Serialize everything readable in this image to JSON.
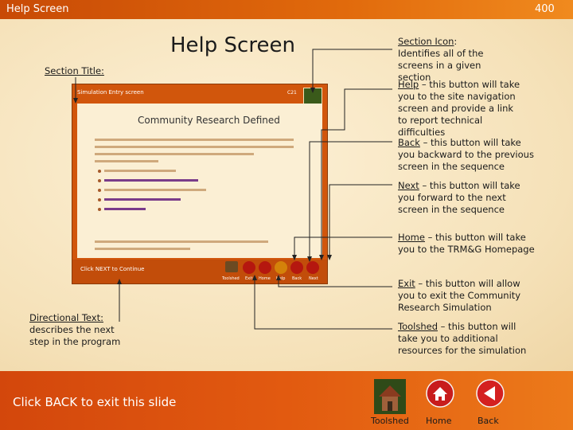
{
  "header": {
    "title": "Help Screen",
    "slide_number": "400"
  },
  "main": {
    "title": "Help Screen",
    "section_title_label": "Section Title:",
    "directional_text_key": "Directional Text:",
    "directional_text_desc": "describes the next step in the program"
  },
  "annotations": {
    "section_icon": {
      "key": "Section Icon",
      "text": ": Identifies all of the screens in a given section"
    },
    "help": {
      "key": "Help",
      "text": " – this button will take you to the site navigation screen and provide a link to report technical difficulties"
    },
    "back": {
      "key": "Back",
      "text": " – this button will take you backward to the previous screen in the sequence"
    },
    "next": {
      "key": "Next",
      "text": " – this button will take you forward to the next screen in the sequence"
    },
    "home": {
      "key": "Home",
      "text": " – this button will take you to the TRM&G Homepage"
    },
    "exit": {
      "key": "Exit",
      "text": " – this button will allow you to exit the Community Research Simulation"
    },
    "toolshed": {
      "key": "Toolshed",
      "text": " – this button will take you to additional resources for the simulation"
    }
  },
  "screenshot": {
    "header_label": "Simulation Entry screen",
    "section_code": "C21",
    "page_title": "Community Research Defined",
    "footer_text": "Click NEXT to Continue",
    "buttons": [
      "Toolshed",
      "Exit",
      "Home",
      "Help",
      "Back",
      "Next"
    ]
  },
  "footer": {
    "instruction": "Click BACK to exit this slide",
    "toolshed_label": "Toolshed",
    "home_label": "Home",
    "back_label": "Back"
  },
  "colors": {
    "accent": "#e0600e",
    "parchment": "#f6e6c4",
    "exit_red": "#c81c1c",
    "nav_red": "#d42020"
  }
}
